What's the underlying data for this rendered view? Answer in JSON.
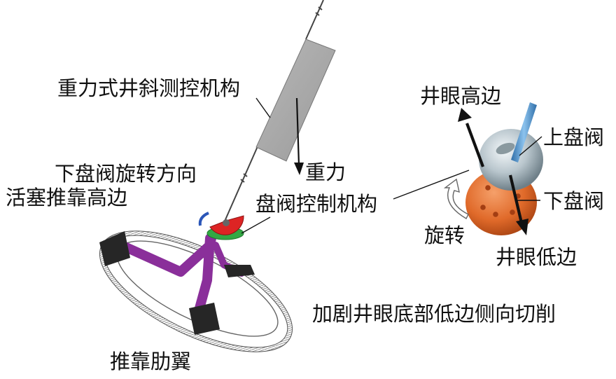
{
  "labels": {
    "gravity_system": "重力式井斜测控机构",
    "gravity": "重力",
    "lower_valve_direction": "下盘阀旋转方向",
    "piston_push_high_side": "活塞推靠高边",
    "valve_control": "盘阀控制机构",
    "side_cutting": "加剧井眼底部低边侧向切削",
    "push_pad": "推靠肋翼",
    "high_side": "井眼高边",
    "upper_valve": "上盘阀",
    "lower_valve": "下盘阀",
    "rotate": "旋转",
    "low_side": "井眼低边"
  },
  "colors": {
    "housing": "#a9a9a9",
    "arm": "#8a2f9a",
    "pad": "#262626",
    "red_valve": "#dd2424",
    "green_ring": "#33a844",
    "blue_arrow": "#2b56b8",
    "upper_disc": "#b9c6cd",
    "lower_disc": "#e06a2a",
    "rod": "#5b9fd8"
  }
}
